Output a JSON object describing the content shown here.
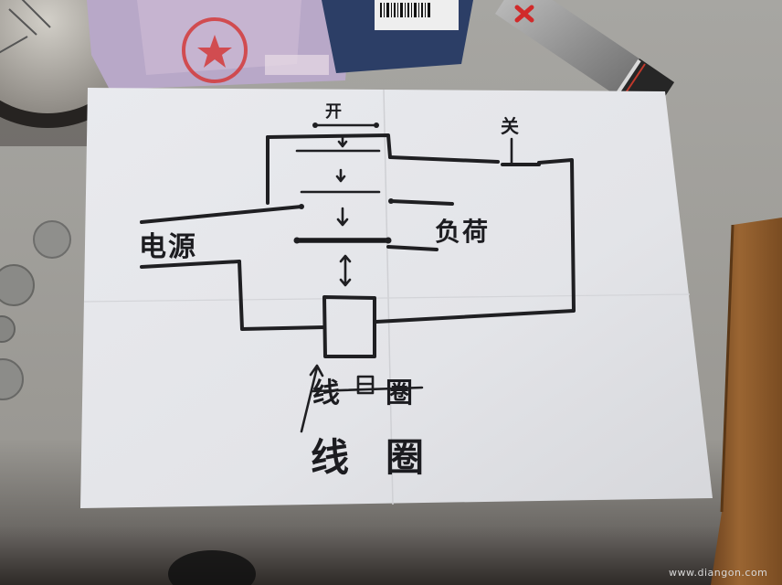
{
  "diagram": {
    "labels": {
      "open": "开",
      "close": "关",
      "power": "电源",
      "load": "负荷",
      "coil_struck": "线圈",
      "coil": "线圈"
    }
  },
  "watermark": "www.diangon.com",
  "colors": {
    "paper": "#e6e7ea",
    "ink": "#1f1f22",
    "desk": "#9e9c98",
    "wood": "#8b5a2b",
    "stamp": "#d23a3a",
    "book": "#2c3e66"
  }
}
